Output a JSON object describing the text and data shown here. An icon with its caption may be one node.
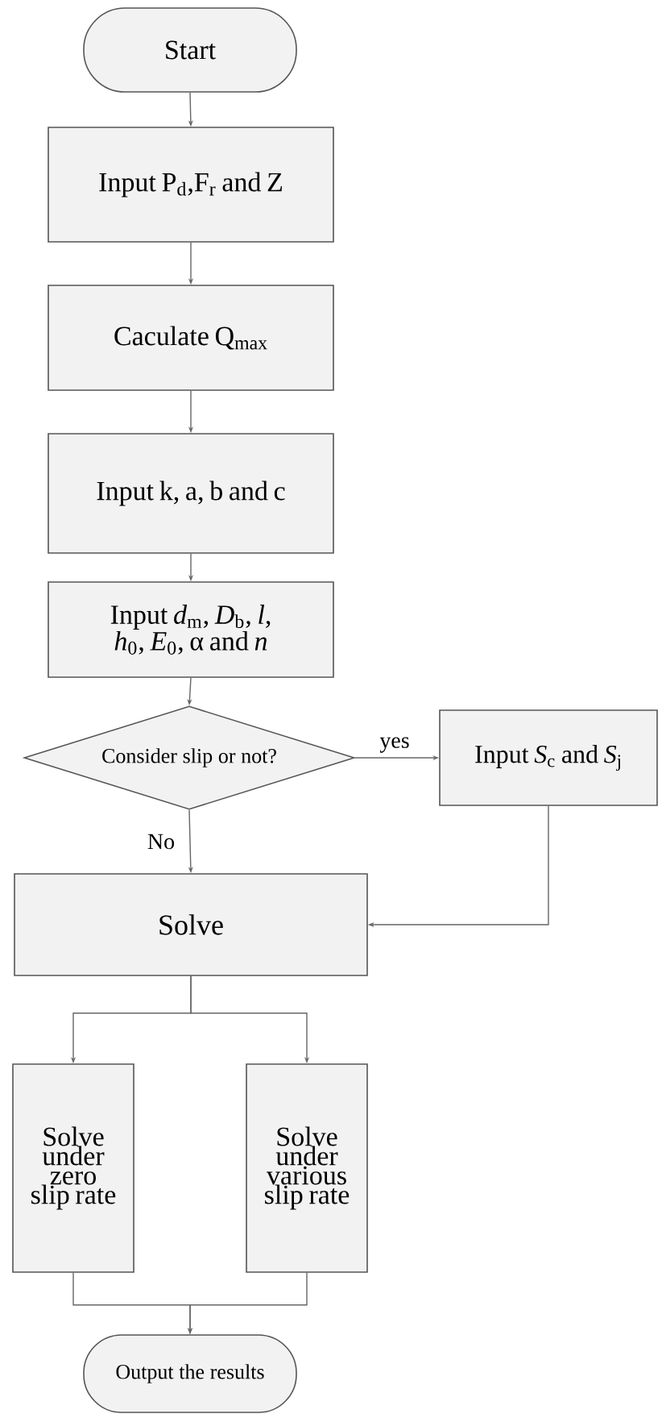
{
  "diagram": {
    "nodes": [
      {
        "text": [
          "Start"
        ]
      },
      {
        "text": [
          "Input P$_{d}$,F$_{r}$ and Z"
        ]
      },
      {
        "text": [
          "Caculate Q$_{max}$"
        ]
      },
      {
        "text": [
          "Input k, a, b and c"
        ]
      },
      {
        "text": [
          "Input *d*$_{m}$, *D*$_{b}$, *l*, *h*$_{0}$, *E*$_{0}$, α and *n*"
        ]
      },
      {
        "text": [
          "Consider slip or not?"
        ]
      },
      {
        "text": [
          "Input *S*$_{c}$ and *S*$_{j}$"
        ]
      },
      {
        "text": [
          "Solve"
        ]
      },
      {
        "text": [
          "Solve under zero slip rate"
        ]
      },
      {
        "text": [
          "Solve under various slip rate"
        ]
      },
      {
        "text": [
          "Output the results"
        ]
      }
    ],
    "edges": [
      {
        "from": 0,
        "to": 1,
        "arrow": "to"
      },
      {
        "from": 1,
        "to": 2,
        "arrow": "to"
      },
      {
        "from": 2,
        "to": 3,
        "arrow": "to"
      },
      {
        "from": 3,
        "to": 4,
        "arrow": "to"
      },
      {
        "from": 4,
        "to": 5,
        "arrow": "to"
      },
      {
        "from": 5,
        "to": 6,
        "arrow": "to",
        "label": "yes"
      },
      {
        "from": 5,
        "to": 7,
        "arrow": "to",
        "label": "No"
      },
      {
        "from": 6,
        "to": 7,
        "arrow": "to"
      },
      {
        "from": 7,
        "to": 8,
        "arrow": "to"
      },
      {
        "from": 7,
        "to": 9,
        "arrow": "to"
      },
      {
        "from": 8,
        "to": 10,
        "arrow": "to"
      },
      {
        "from": 9,
        "to": 10,
        "arrow": "to"
      }
    ]
  }
}
